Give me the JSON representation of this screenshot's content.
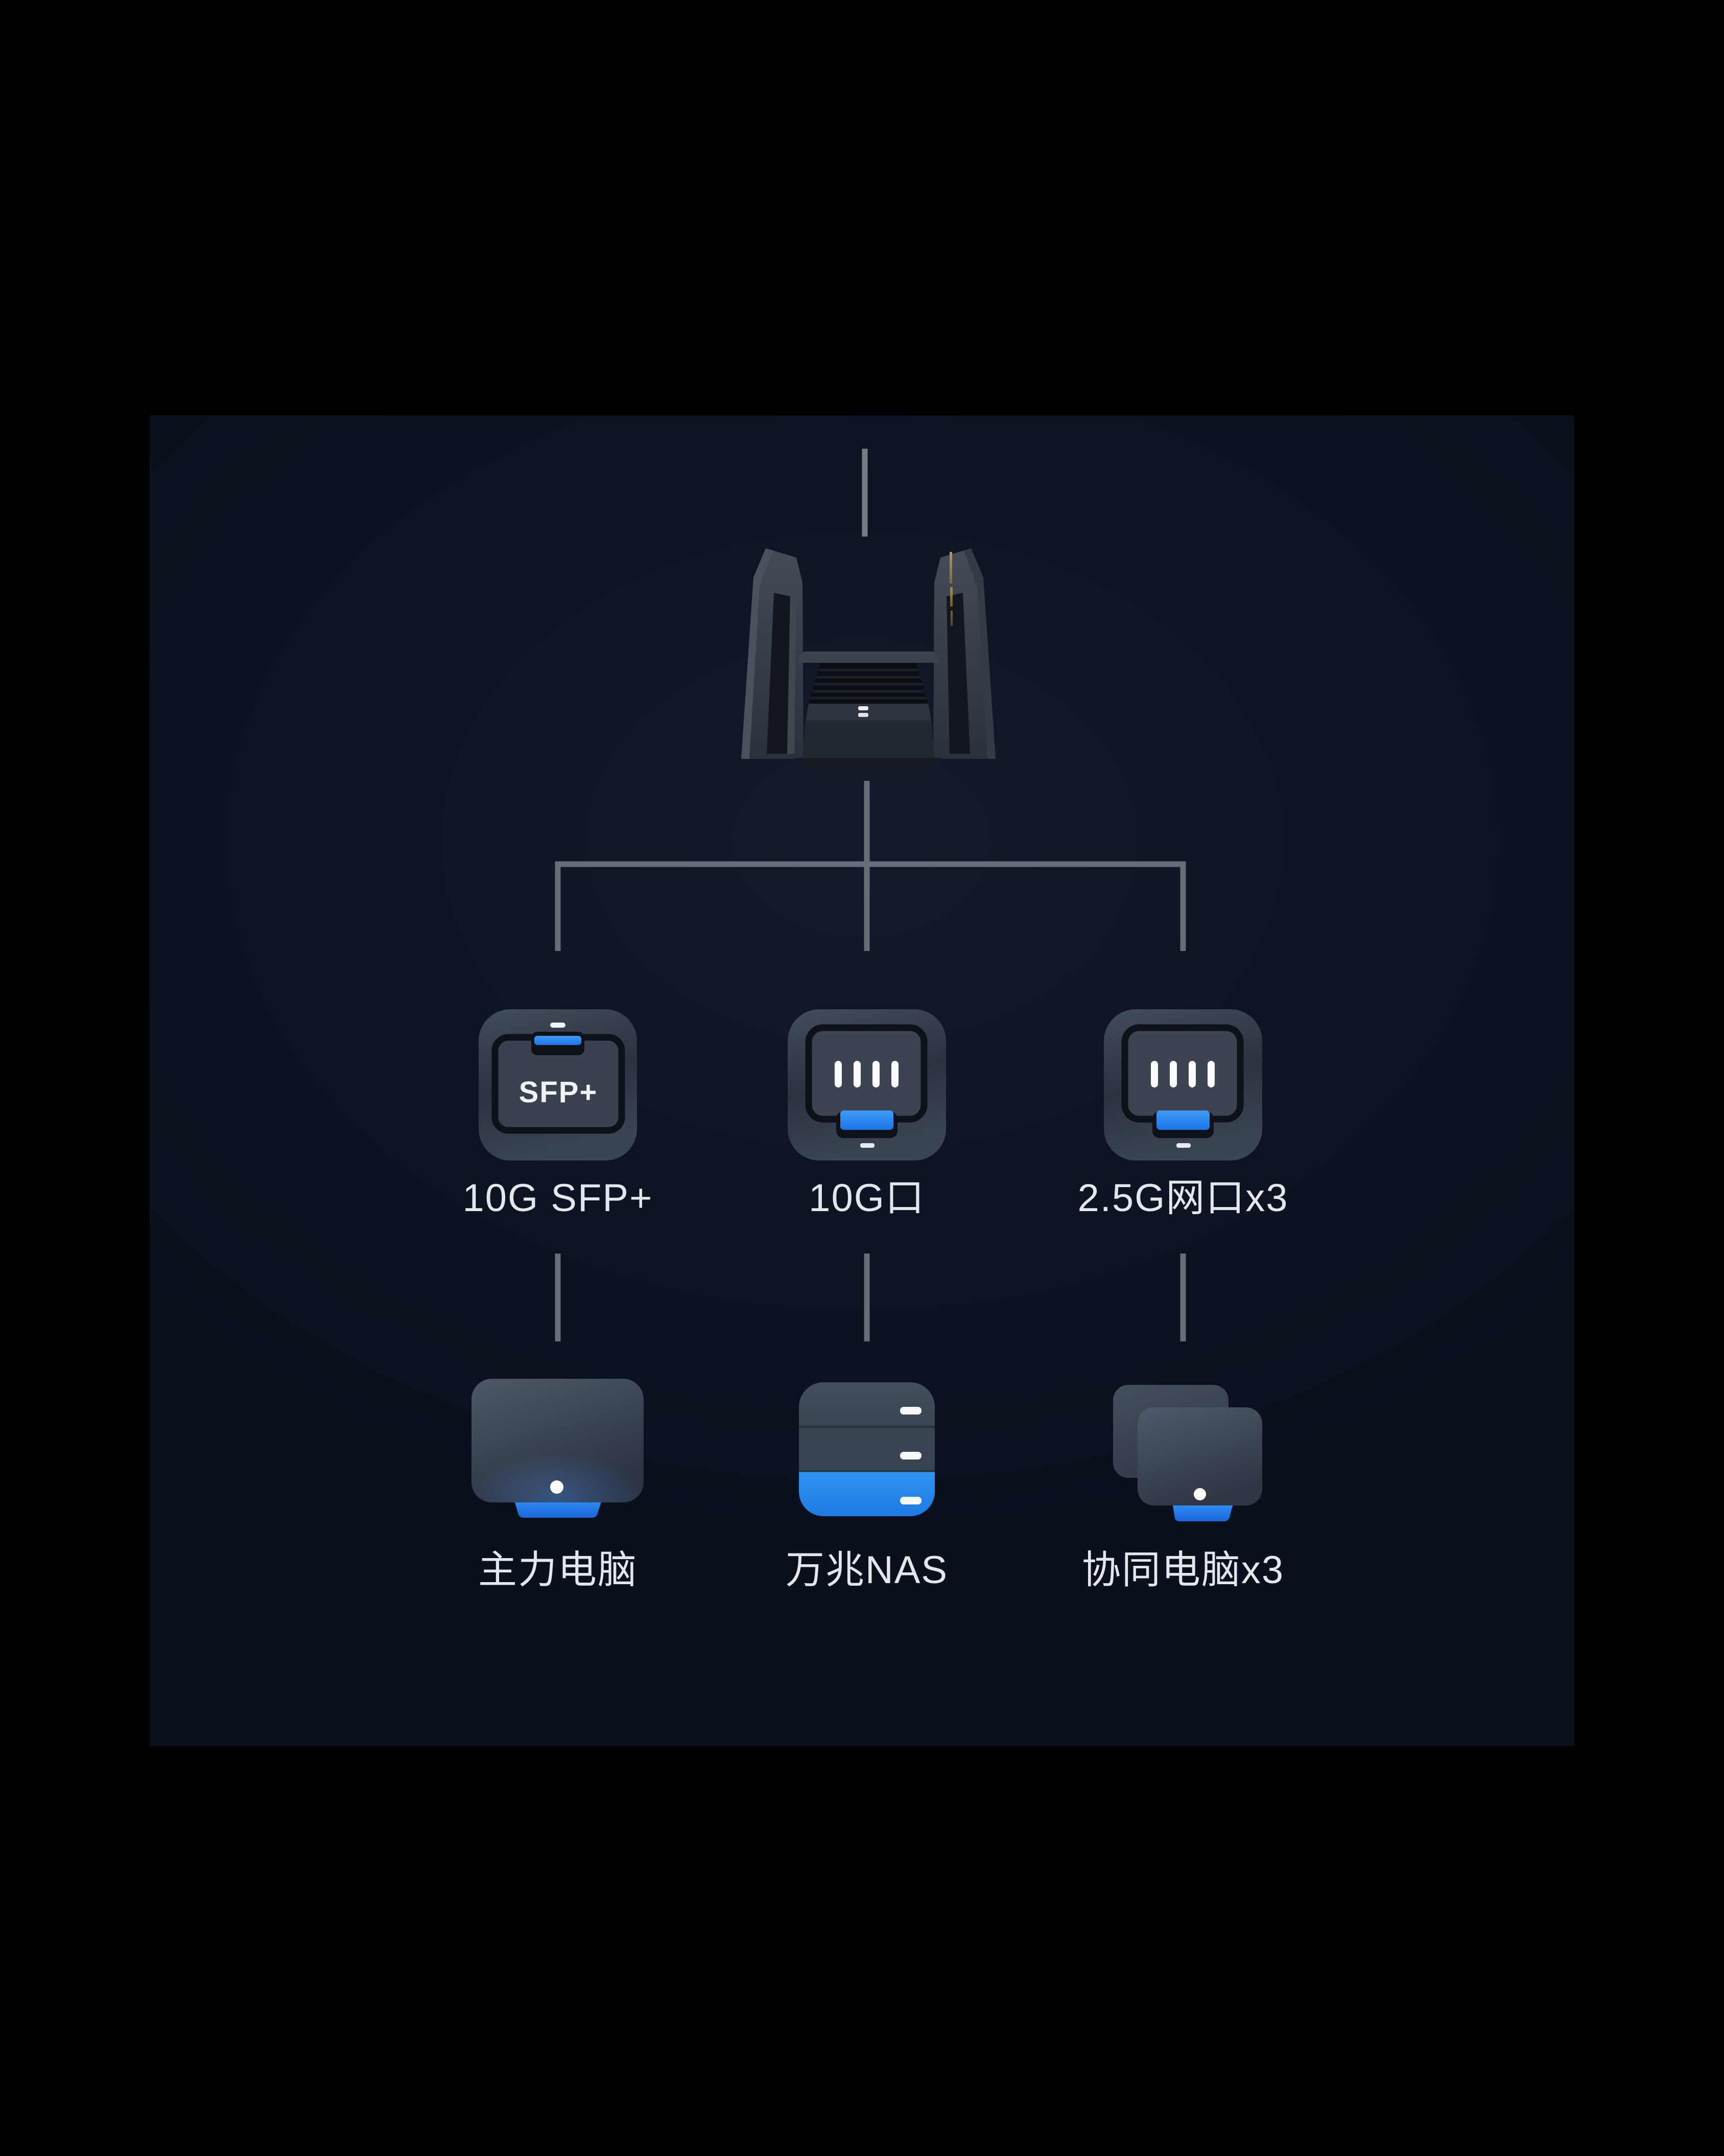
{
  "ports": [
    {
      "label": "10G SFP+",
      "badge": "SFP+",
      "icon": "sfp-port-icon"
    },
    {
      "label": "10G口",
      "icon": "ethernet-port-icon"
    },
    {
      "label": "2.5G网口x3",
      "icon": "ethernet-port-icon"
    }
  ],
  "devices": [
    {
      "label": "主力电脑",
      "icon": "desktop-computer-icon"
    },
    {
      "label": "万兆NAS",
      "icon": "nas-storage-icon"
    },
    {
      "label": "协同电脑x3",
      "icon": "dual-desktop-computers-icon"
    }
  ],
  "icons": {
    "root": "gaming-router-icon"
  },
  "colors": {
    "accent_blue": "#2389ee",
    "connector_line": "#666d77",
    "panel_background": "#0d1424",
    "label_text": "#e3e7ec"
  }
}
